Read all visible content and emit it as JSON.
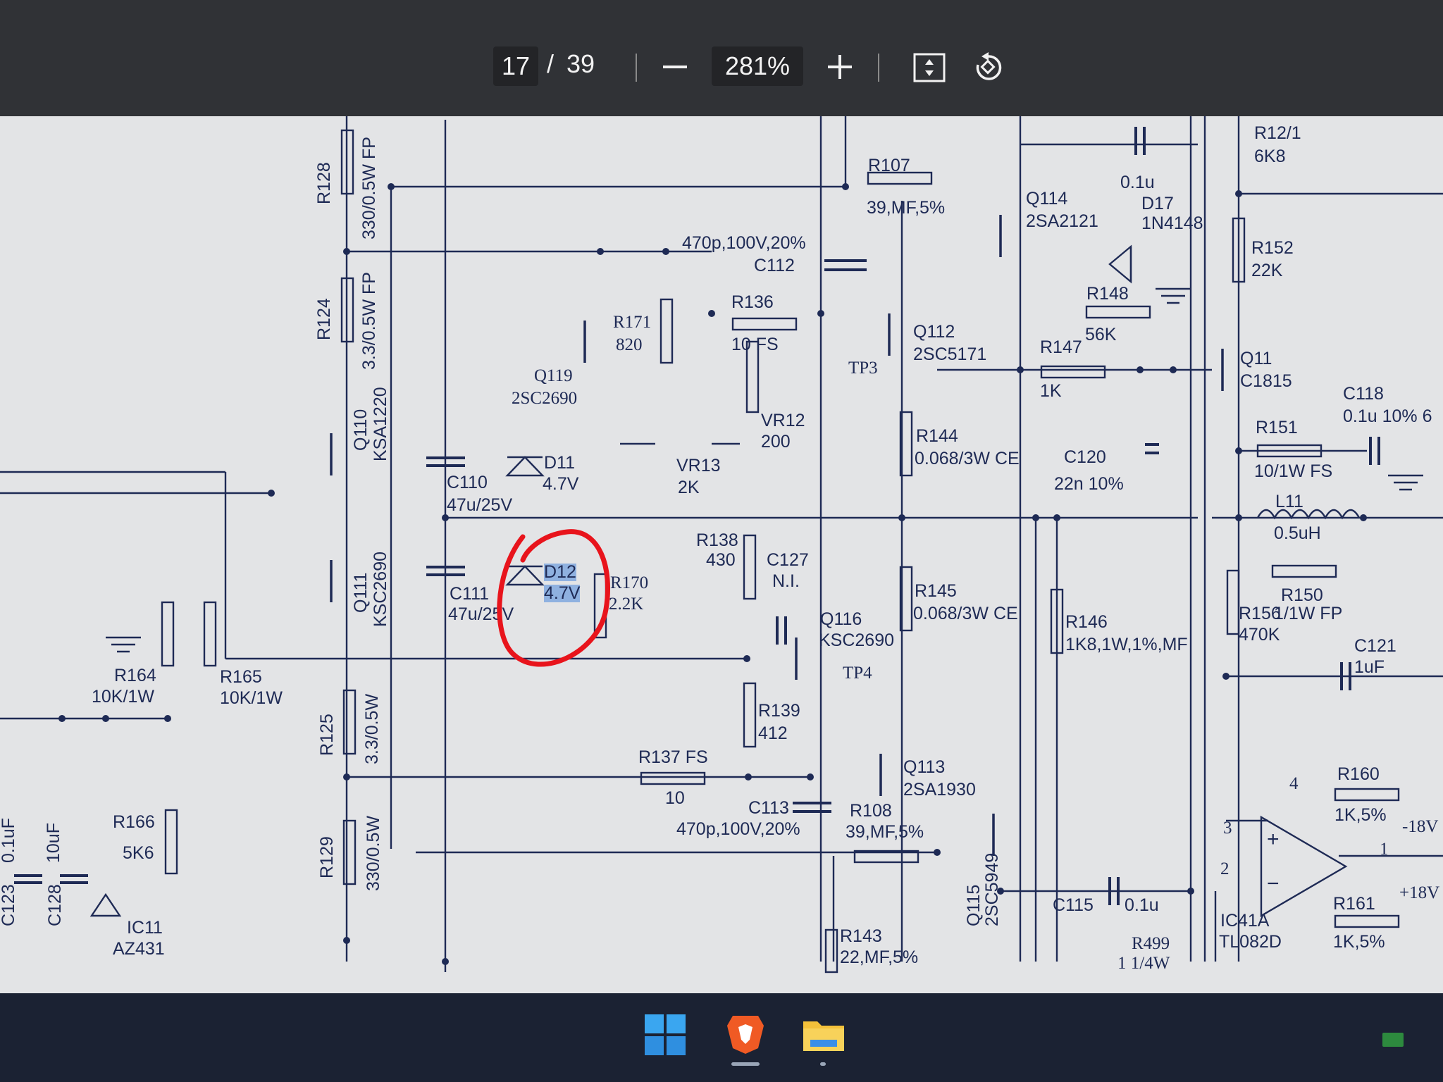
{
  "viewer": {
    "page_current": "17",
    "page_separator": "/",
    "page_total": "39",
    "zoom_out_label": "−",
    "zoom_level": "281%",
    "zoom_in_label": "+",
    "fit_icon": "fit-page-icon",
    "rotate_icon": "rotate-icon"
  },
  "schematic": {
    "labels": {
      "R128": "R128",
      "R128_val": "330/0.5W FP",
      "R124": "R124",
      "R124_val": "3.3/0.5W FP",
      "Q110": "Q110",
      "Q110_type": "KSA1220",
      "Q111": "Q111",
      "Q111_type": "KSC2690",
      "Q119": "Q119",
      "Q119_type": "2SC2690",
      "R171": "R171",
      "R171_val": "820",
      "C110": "C110",
      "C110_val": "47u/25V",
      "D11": "D11",
      "D11_val": "4.7V",
      "C111": "C111",
      "C111_val": "47u/25V",
      "D12": "D12",
      "D12_val": "4.7V",
      "R170": "R170",
      "R170_val": "2.2K",
      "VR13": "VR13",
      "VR13_val": "2K",
      "VR12": "VR12",
      "VR12_val": "200",
      "R138": "R138",
      "R138_val": "430",
      "C127": "C127",
      "C127_val": "N.I.",
      "R107": "R107",
      "R107_val": "39,MF,5%",
      "C112_val": "470p,100V,20%",
      "C112": "C112",
      "R136": "R136",
      "R136_val": "10 FS",
      "Q114": "Q114",
      "Q114_type": "2SA2121",
      "C_top_val": "0.1u",
      "D17": "D17",
      "D17_type": "1N4148",
      "R12_1": "R12/1",
      "R12_1_val": "6K8",
      "R152": "R152",
      "R152_val": "22K",
      "R148": "R148",
      "R148_val": "56K",
      "Q112": "Q112",
      "Q112_type": "2SC5171",
      "TP3": "TP3",
      "R147": "R147",
      "R147_val": "1K",
      "Q11": "Q11",
      "Q11_type": "C1815",
      "C118": "C118",
      "C118_val": "0.1u 10% 6",
      "R151": "R151",
      "R151_val": "10/1W FS",
      "R144": "R144",
      "R144_val": "0.068/3W  CE",
      "C120": "C120",
      "C120_val": "22n 10%",
      "L11": "L11",
      "L11_val": "0.5uH",
      "R145": "R145",
      "R145_val": "0.068/3W  CE",
      "Q116": "Q116",
      "Q116_type": "KSC2690",
      "R146": "R146",
      "R146_val": "1K8,1W,1%,MF",
      "R150": "R150",
      "R150_val": "1/1W  FP",
      "R156": "R156",
      "R156_val": "470K",
      "C121": "C121",
      "C121_val": "1uF",
      "TP4": "TP4",
      "R139": "R139",
      "R139_val": "412",
      "R137": "R137  FS",
      "R137_val": "10",
      "Q113": "Q113",
      "Q113_type": "2SA1930",
      "R164": "R164",
      "R164_val": "10K/1W",
      "R165": "R165",
      "R165_val": "10K/1W",
      "R125": "R125",
      "R125_val": "3.3/0.5W",
      "R166": "R166",
      "R166_val": "5K6",
      "C113": "C113",
      "C113_val": "470p,100V,20%",
      "R108": "R108",
      "R108_val": "39,MF,5%",
      "R160": "R160",
      "R160_val": "1K,5%",
      "minus18V": "-18V",
      "R129": "R129",
      "R129_val": "330/0.5W",
      "C123": "C123",
      "C123_val": "0.1uF",
      "C128": "C128",
      "C128_val": "10uF",
      "IC11": "IC11",
      "IC11_type": "AZ431",
      "C115": "C115",
      "C115_val": "0.1u",
      "Q115": "Q115",
      "Q115_type": "2SC5949",
      "R143": "R143",
      "R143_val": "22,MF,5%",
      "R499": "R499",
      "R499_val": "1 1/4W",
      "IC41A": "IC41A",
      "IC41A_type": "TL082D",
      "R161": "R161",
      "R161_val": "1K,5%",
      "plus18V": "+18V",
      "pin4": "4",
      "pin3": "3",
      "pin2": "2",
      "pin1": "1",
      "plus_sign": "+",
      "minus_sign": "−"
    }
  },
  "taskbar": {
    "icons": [
      "windows-start-icon",
      "brave-browser-icon",
      "file-explorer-icon"
    ]
  },
  "colors": {
    "toolbar_bg": "#303236",
    "document_bg": "#e3e4e6",
    "schematic_ink": "#1e2a55",
    "annotation_red": "#e8141c",
    "selection_highlight": "#8fb1e0",
    "taskbar_bg": "#1b2233"
  }
}
